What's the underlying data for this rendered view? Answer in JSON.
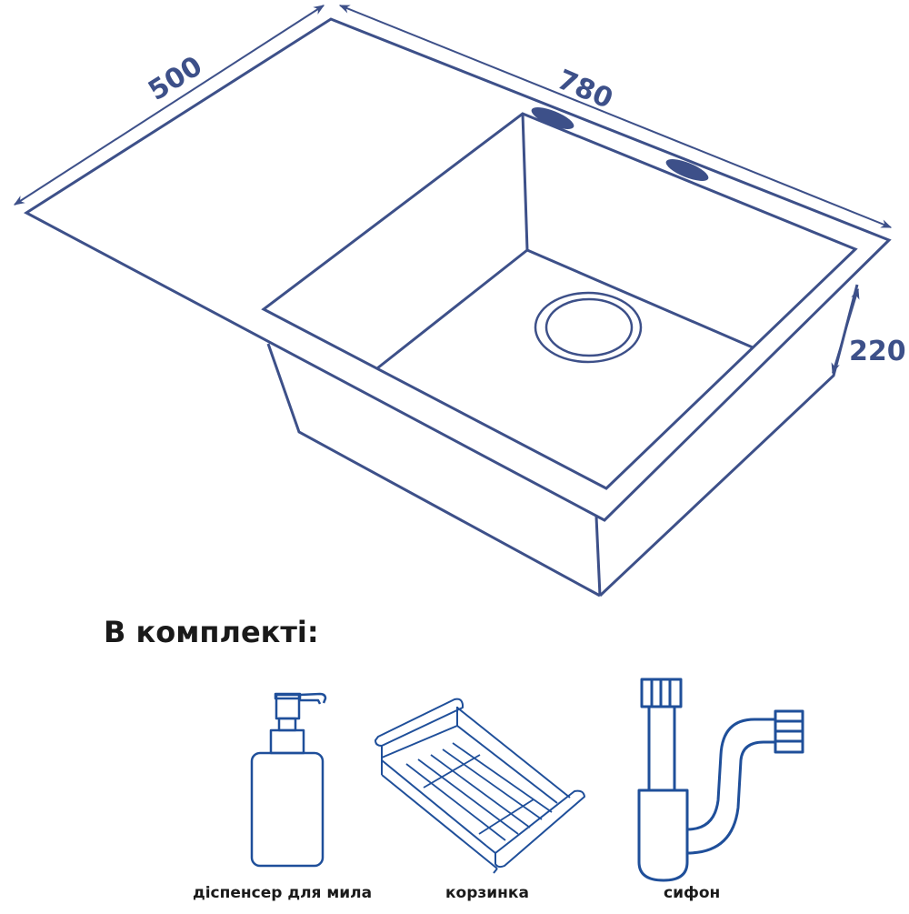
{
  "colors": {
    "drawing_line": "#3d5089",
    "accessory_line": "#1f4f9a",
    "text": "#1a1a1a",
    "background": "#ffffff"
  },
  "sink": {
    "type": "single-bowl kitchen sink with drainboard (left)",
    "dimensions": {
      "depth": "500",
      "width": "780",
      "height": "220"
    },
    "features": [
      "faucet-hole-1",
      "faucet-hole-2",
      "drain"
    ]
  },
  "included": {
    "heading": "В комплекті:",
    "items": [
      {
        "icon": "soap-dispenser-icon",
        "label": "діспенсер для мила"
      },
      {
        "icon": "sink-basket-icon",
        "label": "корзинка"
      },
      {
        "icon": "siphon-icon",
        "label": "сифон"
      }
    ]
  }
}
